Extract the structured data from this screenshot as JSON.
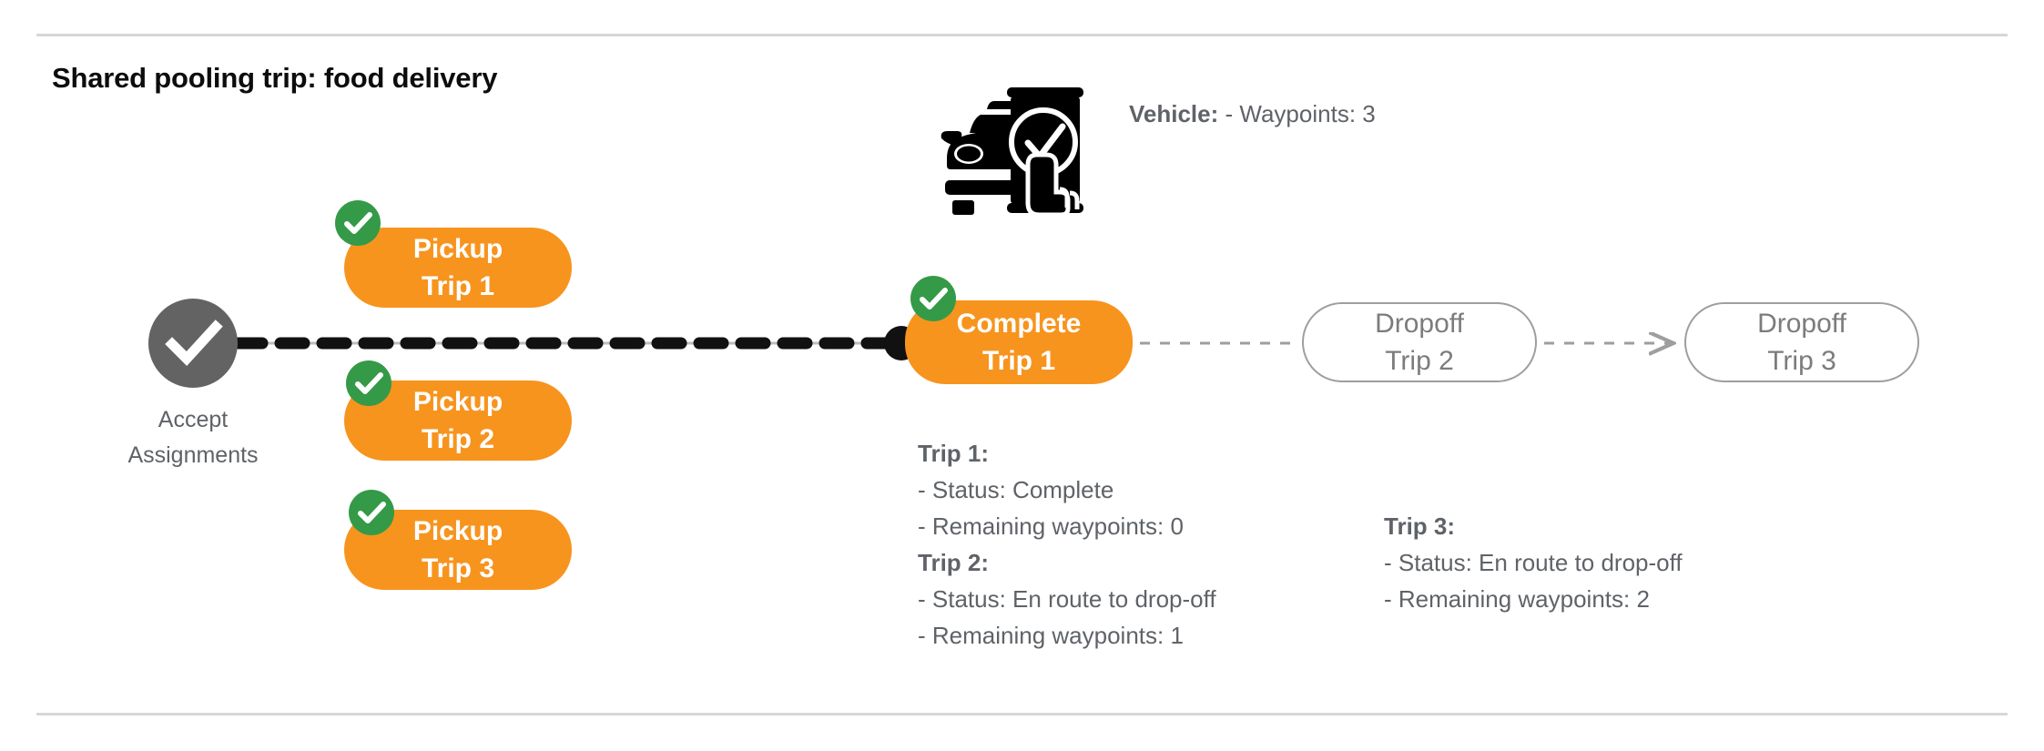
{
  "header": {
    "title": "Shared pooling trip: food delivery"
  },
  "accept_node": {
    "icon": "check-circle-icon",
    "label_line1": "Accept",
    "label_line2": "Assignments"
  },
  "pickups": [
    {
      "line1": "Pickup",
      "line2": "Trip 1",
      "badge": "check-badge-icon",
      "state": "done"
    },
    {
      "line1": "Pickup",
      "line2": "Trip 2",
      "badge": "check-badge-icon",
      "state": "done"
    },
    {
      "line1": "Pickup",
      "line2": "Trip 3",
      "badge": "check-badge-icon",
      "state": "done"
    }
  ],
  "complete_node": {
    "line1": "Complete",
    "line2": "Trip 1",
    "badge": "check-badge-icon"
  },
  "dropoffs": [
    {
      "line1": "Dropoff",
      "line2": "Trip 2",
      "state": "pending"
    },
    {
      "line1": "Dropoff",
      "line2": "Trip 3",
      "state": "pending"
    }
  ],
  "vehicle": {
    "icon": "car-phone-check-icon",
    "title": "Vehicle:",
    "waypoints_line": "- Waypoints: 3",
    "waypoints": 3
  },
  "trip_details_left": {
    "trip1_title": "Trip 1:",
    "trip1_status": "- Status:  Complete",
    "trip1_waypoints": "- Remaining waypoints: 0",
    "trip2_title": "Trip 2:",
    "trip2_status": "- Status:  En route to drop-off",
    "trip2_waypoints": "- Remaining waypoints: 1"
  },
  "trip_details_right": {
    "trip3_title": "Trip 3:",
    "trip3_status": "- Status:  En route to drop-off",
    "trip3_waypoints": "- Remaining waypoints: 2"
  },
  "colors": {
    "orange": "#F7941E",
    "green": "#349A48",
    "gray_node": "#636363",
    "text_gray": "#5f6368",
    "outline_gray": "#9e9e9e",
    "rule_gray": "#d7d7d7"
  }
}
